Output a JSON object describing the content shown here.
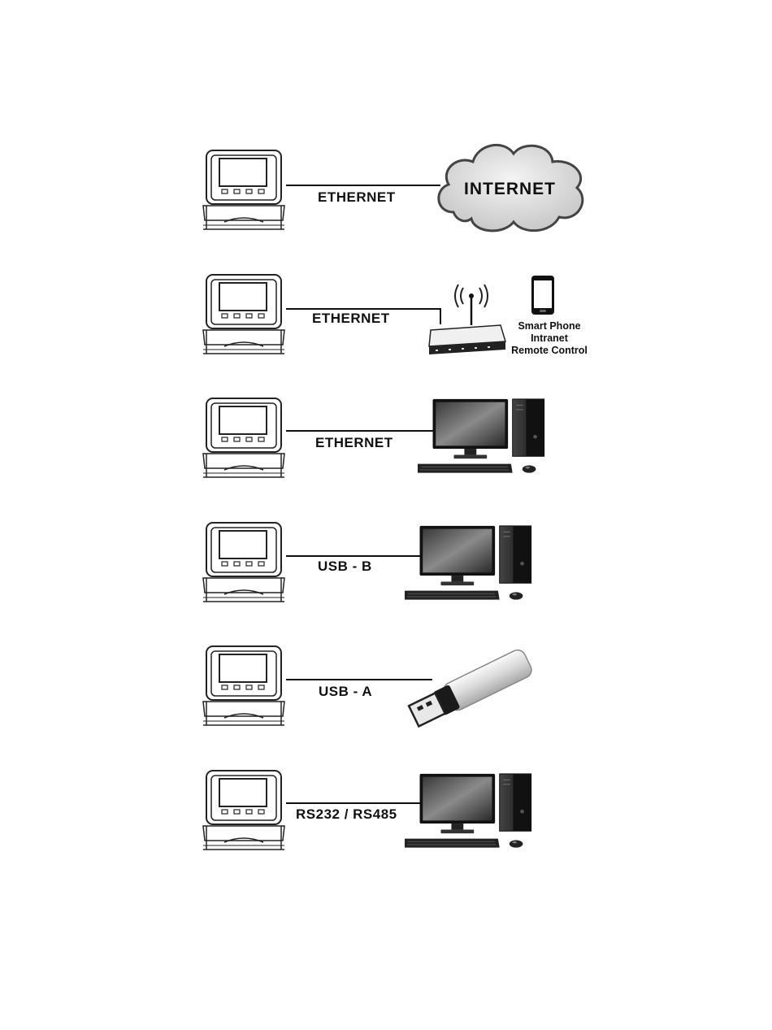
{
  "connections": [
    {
      "label": "ETHERNET",
      "target": "internet-cloud",
      "target_text": "INTERNET"
    },
    {
      "label": "ETHERNET",
      "target": "wifi-router",
      "phone_lines": [
        "Smart Phone",
        "Intranet",
        "Remote Control"
      ]
    },
    {
      "label": "ETHERNET",
      "target": "desktop-computer"
    },
    {
      "label": "USB - B",
      "target": "desktop-computer"
    },
    {
      "label": "USB - A",
      "target": "usb-flash-drive"
    },
    {
      "label": "RS232 / RS485",
      "target": "desktop-computer"
    }
  ],
  "icons": [
    "display-device-icon",
    "cloud-icon",
    "router-icon",
    "smartphone-icon",
    "desktop-computer-icon",
    "usb-flash-drive-icon"
  ]
}
